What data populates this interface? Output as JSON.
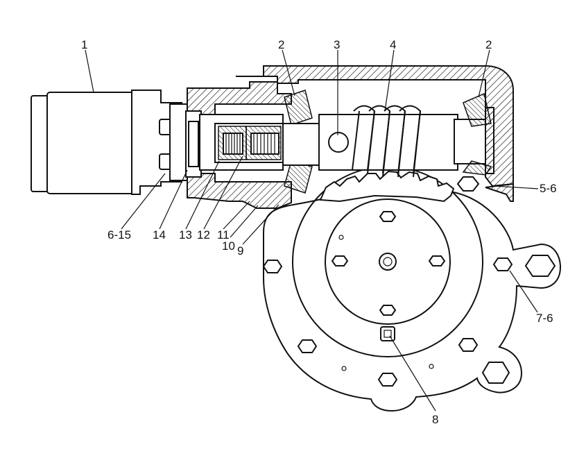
{
  "diagram": {
    "callouts": {
      "c1": "1",
      "c2a": "2",
      "c2b": "2",
      "c3": "3",
      "c4": "4",
      "c5_6": "5-6",
      "c6_15": "6-15",
      "c7_6": "7-6",
      "c8": "8",
      "c9": "9",
      "c10": "10",
      "c11": "11",
      "c12": "12",
      "c13": "13",
      "c14": "14"
    }
  }
}
